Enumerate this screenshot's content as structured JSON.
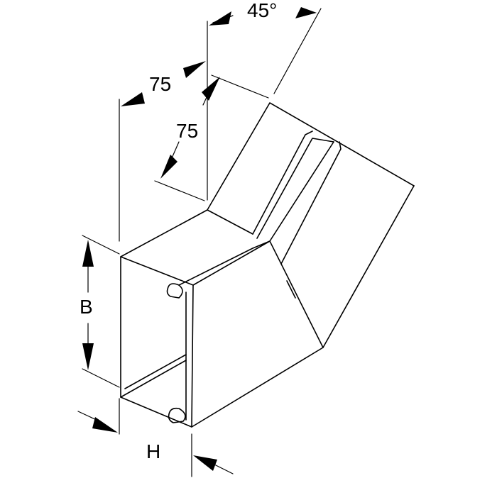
{
  "dimensions": {
    "angle": "45°",
    "length_a": "75",
    "length_b": "75",
    "height": "B",
    "width": "H"
  },
  "colors": {
    "line": "#000000",
    "background": "#ffffff"
  }
}
